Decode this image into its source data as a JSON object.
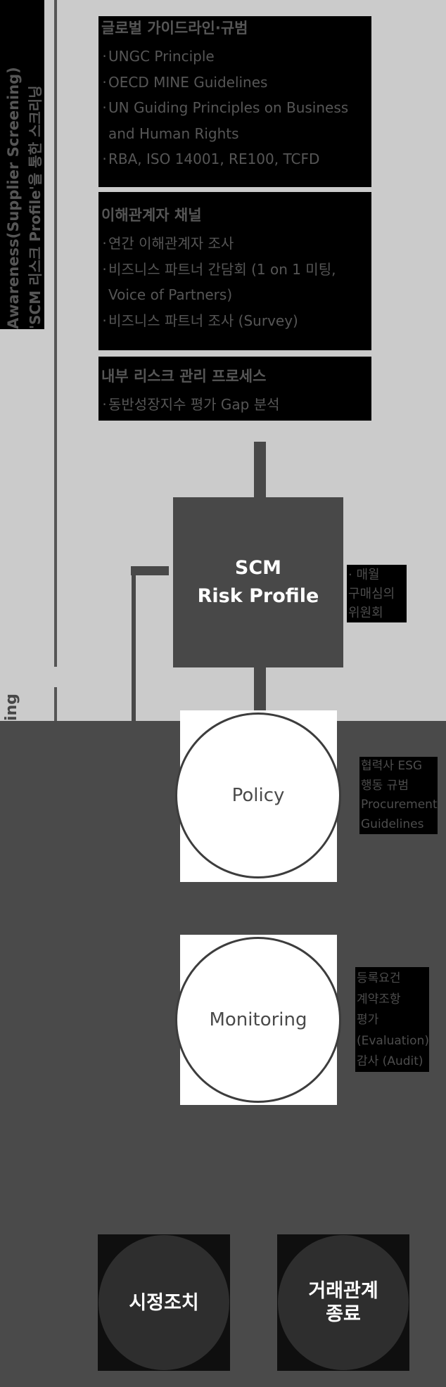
{
  "left_rail": {
    "title_en": "Awareness(Supplier Screening)",
    "title_ko": "'SCM 리스크 Profile'을 통한 스크리닝",
    "clipped_section_label": "ing"
  },
  "top_boxes": [
    {
      "title": "글로벌 가이드라인·규범",
      "lines": [
        {
          "dot": "·",
          "text": "UNGC Principle"
        },
        {
          "dot": "·",
          "text": "OECD MINE Guidelines"
        },
        {
          "dot": "·",
          "text": "UN Guiding Principles on Business"
        },
        {
          "dot": "",
          "text": "and Human Rights"
        },
        {
          "dot": "·",
          "text": "RBA, ISO 14001, RE100, TCFD"
        }
      ]
    },
    {
      "title": "이해관계자 채널",
      "lines": [
        {
          "dot": "·",
          "text": "연간 이해관계자 조사"
        },
        {
          "dot": "·",
          "text": "비즈니스 파트너 간담회 (1 on 1 미팅,"
        },
        {
          "dot": "",
          "text": "Voice of Partners)"
        },
        {
          "dot": "·",
          "text": "비즈니스 파트너 조사 (Survey)"
        }
      ]
    },
    {
      "title": "내부 리스크 관리 프로세스",
      "lines": [
        {
          "dot": "·",
          "text": "동반성장지수 평가 Gap 분석"
        }
      ]
    }
  ],
  "scm": {
    "line1": "SCM",
    "line2": "Risk Profile",
    "note_lines": [
      "· 매월",
      "구매심의",
      "위원회"
    ]
  },
  "stages": [
    {
      "label": "Policy",
      "note_lines": [
        "협력사 ESG",
        "행동 규범",
        "Procurement",
        "Guidelines"
      ]
    },
    {
      "label": "Monitoring",
      "note_lines": [
        "등록요건",
        "계약조항",
        "평가",
        "(Evaluation)",
        "감사 (Audit)"
      ]
    }
  ],
  "outcomes": [
    {
      "lines": [
        "시정조치"
      ]
    },
    {
      "lines": [
        "거래관계",
        "종료"
      ]
    }
  ],
  "colors": {
    "page_bg": "#cbcbcb",
    "dark_section_bg": "#4a4a4a",
    "info_box_bg": "#000000",
    "info_box_text": "#565656",
    "node_gray": "#484848",
    "node_text": "#ffffff",
    "note_bg": "#000000",
    "note_text": "#4d4d4d",
    "circle_bg": "#ffffff",
    "circle_border": "#3d3d3d",
    "outcome_square": "#0f0f0f",
    "outcome_circle": "#2e2e2e",
    "rail_line": "#555555"
  }
}
